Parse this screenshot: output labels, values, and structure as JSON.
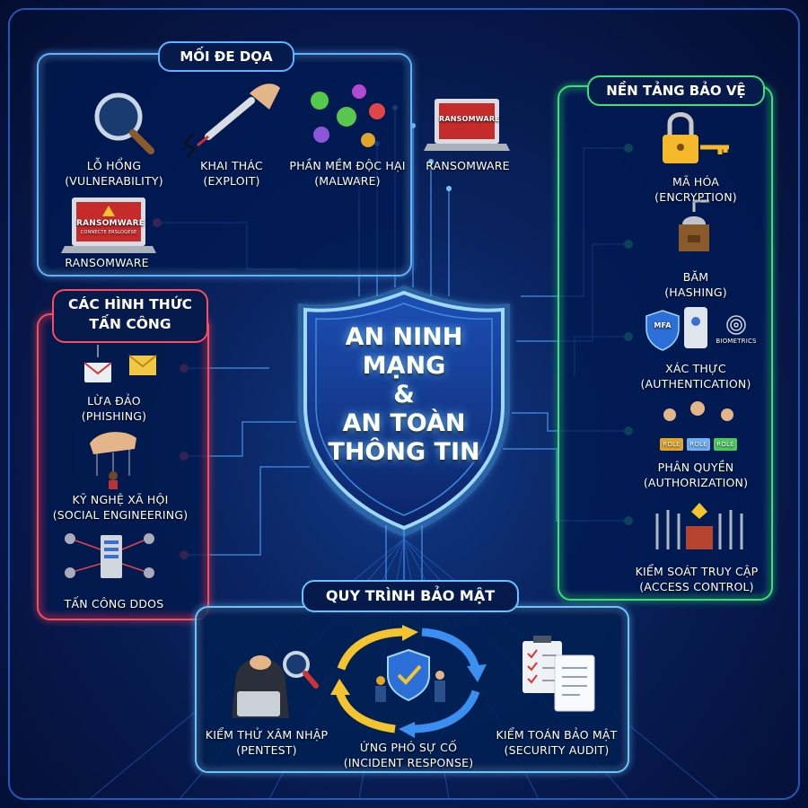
{
  "center": {
    "l1": "AN NINH",
    "l2": "MẠNG",
    "l3": "&",
    "l4": "AN TOÀN",
    "l5": "THÔNG TIN"
  },
  "threats": {
    "title": "MỐI ĐE DỌA",
    "items": [
      {
        "name": "LỖ HỔNG",
        "sub": "(VULNERABILITY)"
      },
      {
        "name": "KHAI THÁC",
        "sub": "(EXPLOIT)"
      },
      {
        "name": "PHẦN MỀM ĐỘC HẠI",
        "sub": "(MALWARE)"
      },
      {
        "name": "RANSOMWARE"
      },
      {
        "name": "RANSOMWARE"
      }
    ],
    "ransom_screen": "RANSOMWARE",
    "ransom_screen2": "RANSOMWARE",
    "ransom_small": "CONNECTE ERSLOGESE"
  },
  "attacks": {
    "title1": "CÁC HÌNH THỨC",
    "title2": "TẤN CÔNG",
    "items": [
      {
        "name": "LỪA ĐẢO",
        "sub": "(PHISHING)"
      },
      {
        "name": "KỸ NGHỆ XÃ HỘI",
        "sub": "(SOCIAL ENGINEERING)"
      },
      {
        "name": "TẤN CÔNG DDOS"
      }
    ]
  },
  "protect": {
    "title": "NỀN TẢNG BẢO VỆ",
    "items": [
      {
        "name": "MÃ HÓA",
        "sub": "(ENCRYPTION)"
      },
      {
        "name": "BĂM",
        "sub": "(HASHING)"
      },
      {
        "name": "XÁC THỰC",
        "sub": "(AUTHENTICATION)"
      },
      {
        "name": "PHÂN QUYỀN",
        "sub": "(AUTHORIZATION)"
      },
      {
        "name": "KIỂM SOÁT TRUY CẬP",
        "sub": "(ACCESS CONTROL)"
      }
    ],
    "mfa": "MFA",
    "biometrics": "BIOMETRICS",
    "role": "ROLE"
  },
  "process": {
    "title": "QUY TRÌNH BẢO MẬT",
    "items": [
      {
        "name": "KIỂM THỬ XÂM NHẬP",
        "sub": "(PENTEST)"
      },
      {
        "name": "ỨNG PHÓ SỰ CỐ",
        "sub": "(INCIDENT RESPONSE)"
      },
      {
        "name": "KIỂM TOÁN BẢO MẬT",
        "sub": "(SECURITY AUDIT)"
      }
    ]
  },
  "colors": {
    "threat": "#5fb2ff",
    "attack": "#ff4b5c",
    "protect": "#36e27a",
    "process": "#6cc2ff"
  }
}
